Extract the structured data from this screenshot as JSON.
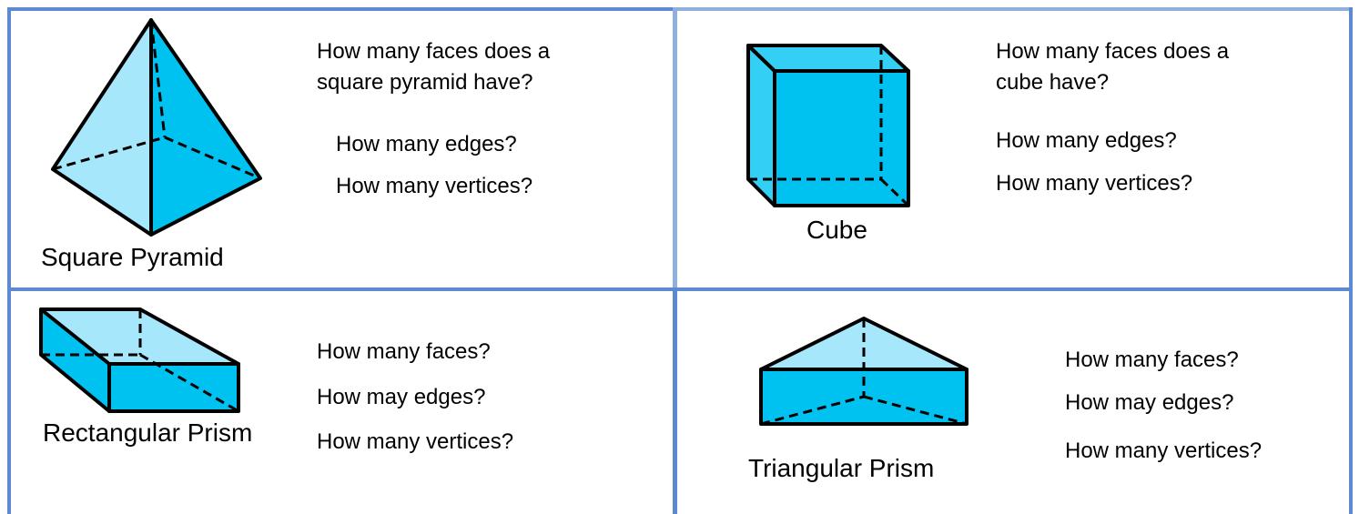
{
  "colors": {
    "grid_line": "#5b8ad0",
    "grid_line_light": "#8fb0df",
    "face_light": "#a6e7fb",
    "face_main": "#00c2f0",
    "face_mid": "#33cff5"
  },
  "panels": [
    {
      "label": "Square Pyramid",
      "icon": "square-pyramid-icon",
      "questions": [
        "How many faces does a",
        "square pyramid have?",
        "How many edges?",
        "How many vertices?"
      ]
    },
    {
      "label": "Cube",
      "icon": "cube-icon",
      "questions": [
        "How many faces does a",
        "cube have?",
        "How many edges?",
        "How many vertices?"
      ]
    },
    {
      "label": "Rectangular Prism",
      "icon": "rectangular-prism-icon",
      "questions": [
        "How many faces?",
        "How may edges?",
        "How many vertices?"
      ]
    },
    {
      "label": "Triangular Prism",
      "icon": "triangular-prism-icon",
      "questions": [
        "How many faces?",
        "How may edges?",
        "How many vertices?"
      ]
    }
  ]
}
